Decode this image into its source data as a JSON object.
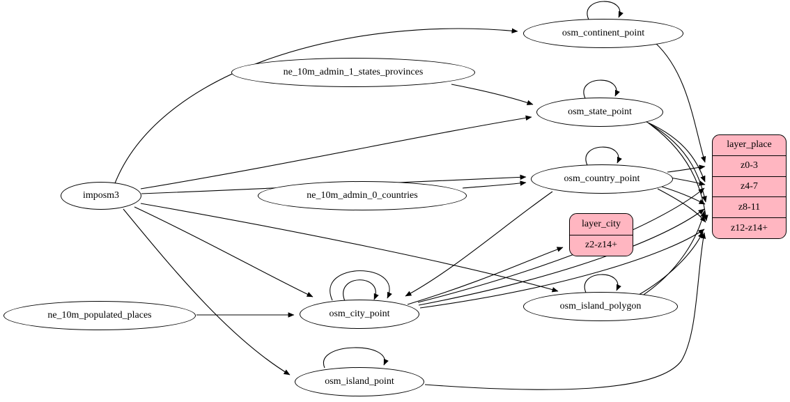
{
  "colors": {
    "background": "#ffffff",
    "node_fill": "#ffffff",
    "layer_fill": "#FFB6C1",
    "edge_color": "#000000",
    "text_color": "#000000"
  },
  "nodes": {
    "imposm3": {
      "label": "imposm3",
      "shape": "ellipse"
    },
    "ne_10m_admin_1_states_provinces": {
      "label": "ne_10m_admin_1_states_provinces",
      "shape": "ellipse"
    },
    "ne_10m_admin_0_countries": {
      "label": "ne_10m_admin_0_countries",
      "shape": "ellipse"
    },
    "ne_10m_populated_places": {
      "label": "ne_10m_populated_places",
      "shape": "ellipse"
    },
    "osm_continent_point": {
      "label": "osm_continent_point",
      "shape": "ellipse"
    },
    "osm_state_point": {
      "label": "osm_state_point",
      "shape": "ellipse"
    },
    "osm_country_point": {
      "label": "osm_country_point",
      "shape": "ellipse"
    },
    "osm_city_point": {
      "label": "osm_city_point",
      "shape": "ellipse"
    },
    "osm_island_polygon": {
      "label": "osm_island_polygon",
      "shape": "ellipse"
    },
    "osm_island_point": {
      "label": "osm_island_point",
      "shape": "ellipse"
    }
  },
  "layers": {
    "layer_city": {
      "title": "layer_city",
      "rows": [
        "z2-z14+"
      ]
    },
    "layer_place": {
      "title": "layer_place",
      "rows": [
        "z0-3",
        "z4-7",
        "z8-11",
        "z12-z14+"
      ]
    }
  },
  "edges": [
    {
      "from": "imposm3",
      "to": "osm_continent_point"
    },
    {
      "from": "imposm3",
      "to": "osm_state_point"
    },
    {
      "from": "imposm3",
      "to": "osm_country_point"
    },
    {
      "from": "imposm3",
      "to": "osm_city_point"
    },
    {
      "from": "imposm3",
      "to": "osm_island_polygon"
    },
    {
      "from": "imposm3",
      "to": "osm_island_point"
    },
    {
      "from": "ne_10m_admin_1_states_provinces",
      "to": "osm_state_point"
    },
    {
      "from": "ne_10m_admin_0_countries",
      "to": "osm_country_point"
    },
    {
      "from": "ne_10m_populated_places",
      "to": "osm_city_point"
    },
    {
      "from": "osm_country_point",
      "to": "osm_city_point"
    },
    {
      "from": "osm_continent_point",
      "to": "osm_continent_point",
      "self_loop": true
    },
    {
      "from": "osm_state_point",
      "to": "osm_state_point",
      "self_loop": true
    },
    {
      "from": "osm_country_point",
      "to": "osm_country_point",
      "self_loop": true
    },
    {
      "from": "osm_city_point",
      "to": "osm_city_point",
      "self_loop": true
    },
    {
      "from": "osm_city_point",
      "to": "osm_city_point",
      "self_loop": true
    },
    {
      "from": "osm_island_polygon",
      "to": "osm_island_polygon",
      "self_loop": true
    },
    {
      "from": "osm_island_point",
      "to": "osm_island_point",
      "self_loop": true
    },
    {
      "from": "osm_city_point",
      "to": "layer_city",
      "row": "z2-z14+"
    },
    {
      "from": "osm_continent_point",
      "to": "layer_place",
      "row": "z0-3"
    },
    {
      "from": "osm_country_point",
      "to": "layer_place",
      "row": "z0-3"
    },
    {
      "from": "osm_country_point",
      "to": "layer_place",
      "row": "z4-7"
    },
    {
      "from": "osm_country_point",
      "to": "layer_place",
      "row": "z8-11"
    },
    {
      "from": "osm_country_point",
      "to": "layer_place",
      "row": "z12-z14+"
    },
    {
      "from": "osm_state_point",
      "to": "layer_place",
      "row": "z4-7"
    },
    {
      "from": "osm_state_point",
      "to": "layer_place",
      "row": "z8-11"
    },
    {
      "from": "osm_state_point",
      "to": "layer_place",
      "row": "z12-z14+"
    },
    {
      "from": "osm_city_point",
      "to": "layer_place",
      "row": "z4-7"
    },
    {
      "from": "osm_city_point",
      "to": "layer_place",
      "row": "z8-11"
    },
    {
      "from": "osm_city_point",
      "to": "layer_place",
      "row": "z12-z14+"
    },
    {
      "from": "osm_island_polygon",
      "to": "layer_place",
      "row": "z8-11"
    },
    {
      "from": "osm_island_polygon",
      "to": "layer_place",
      "row": "z12-z14+"
    },
    {
      "from": "osm_island_point",
      "to": "layer_place",
      "row": "z12-z14+"
    }
  ]
}
